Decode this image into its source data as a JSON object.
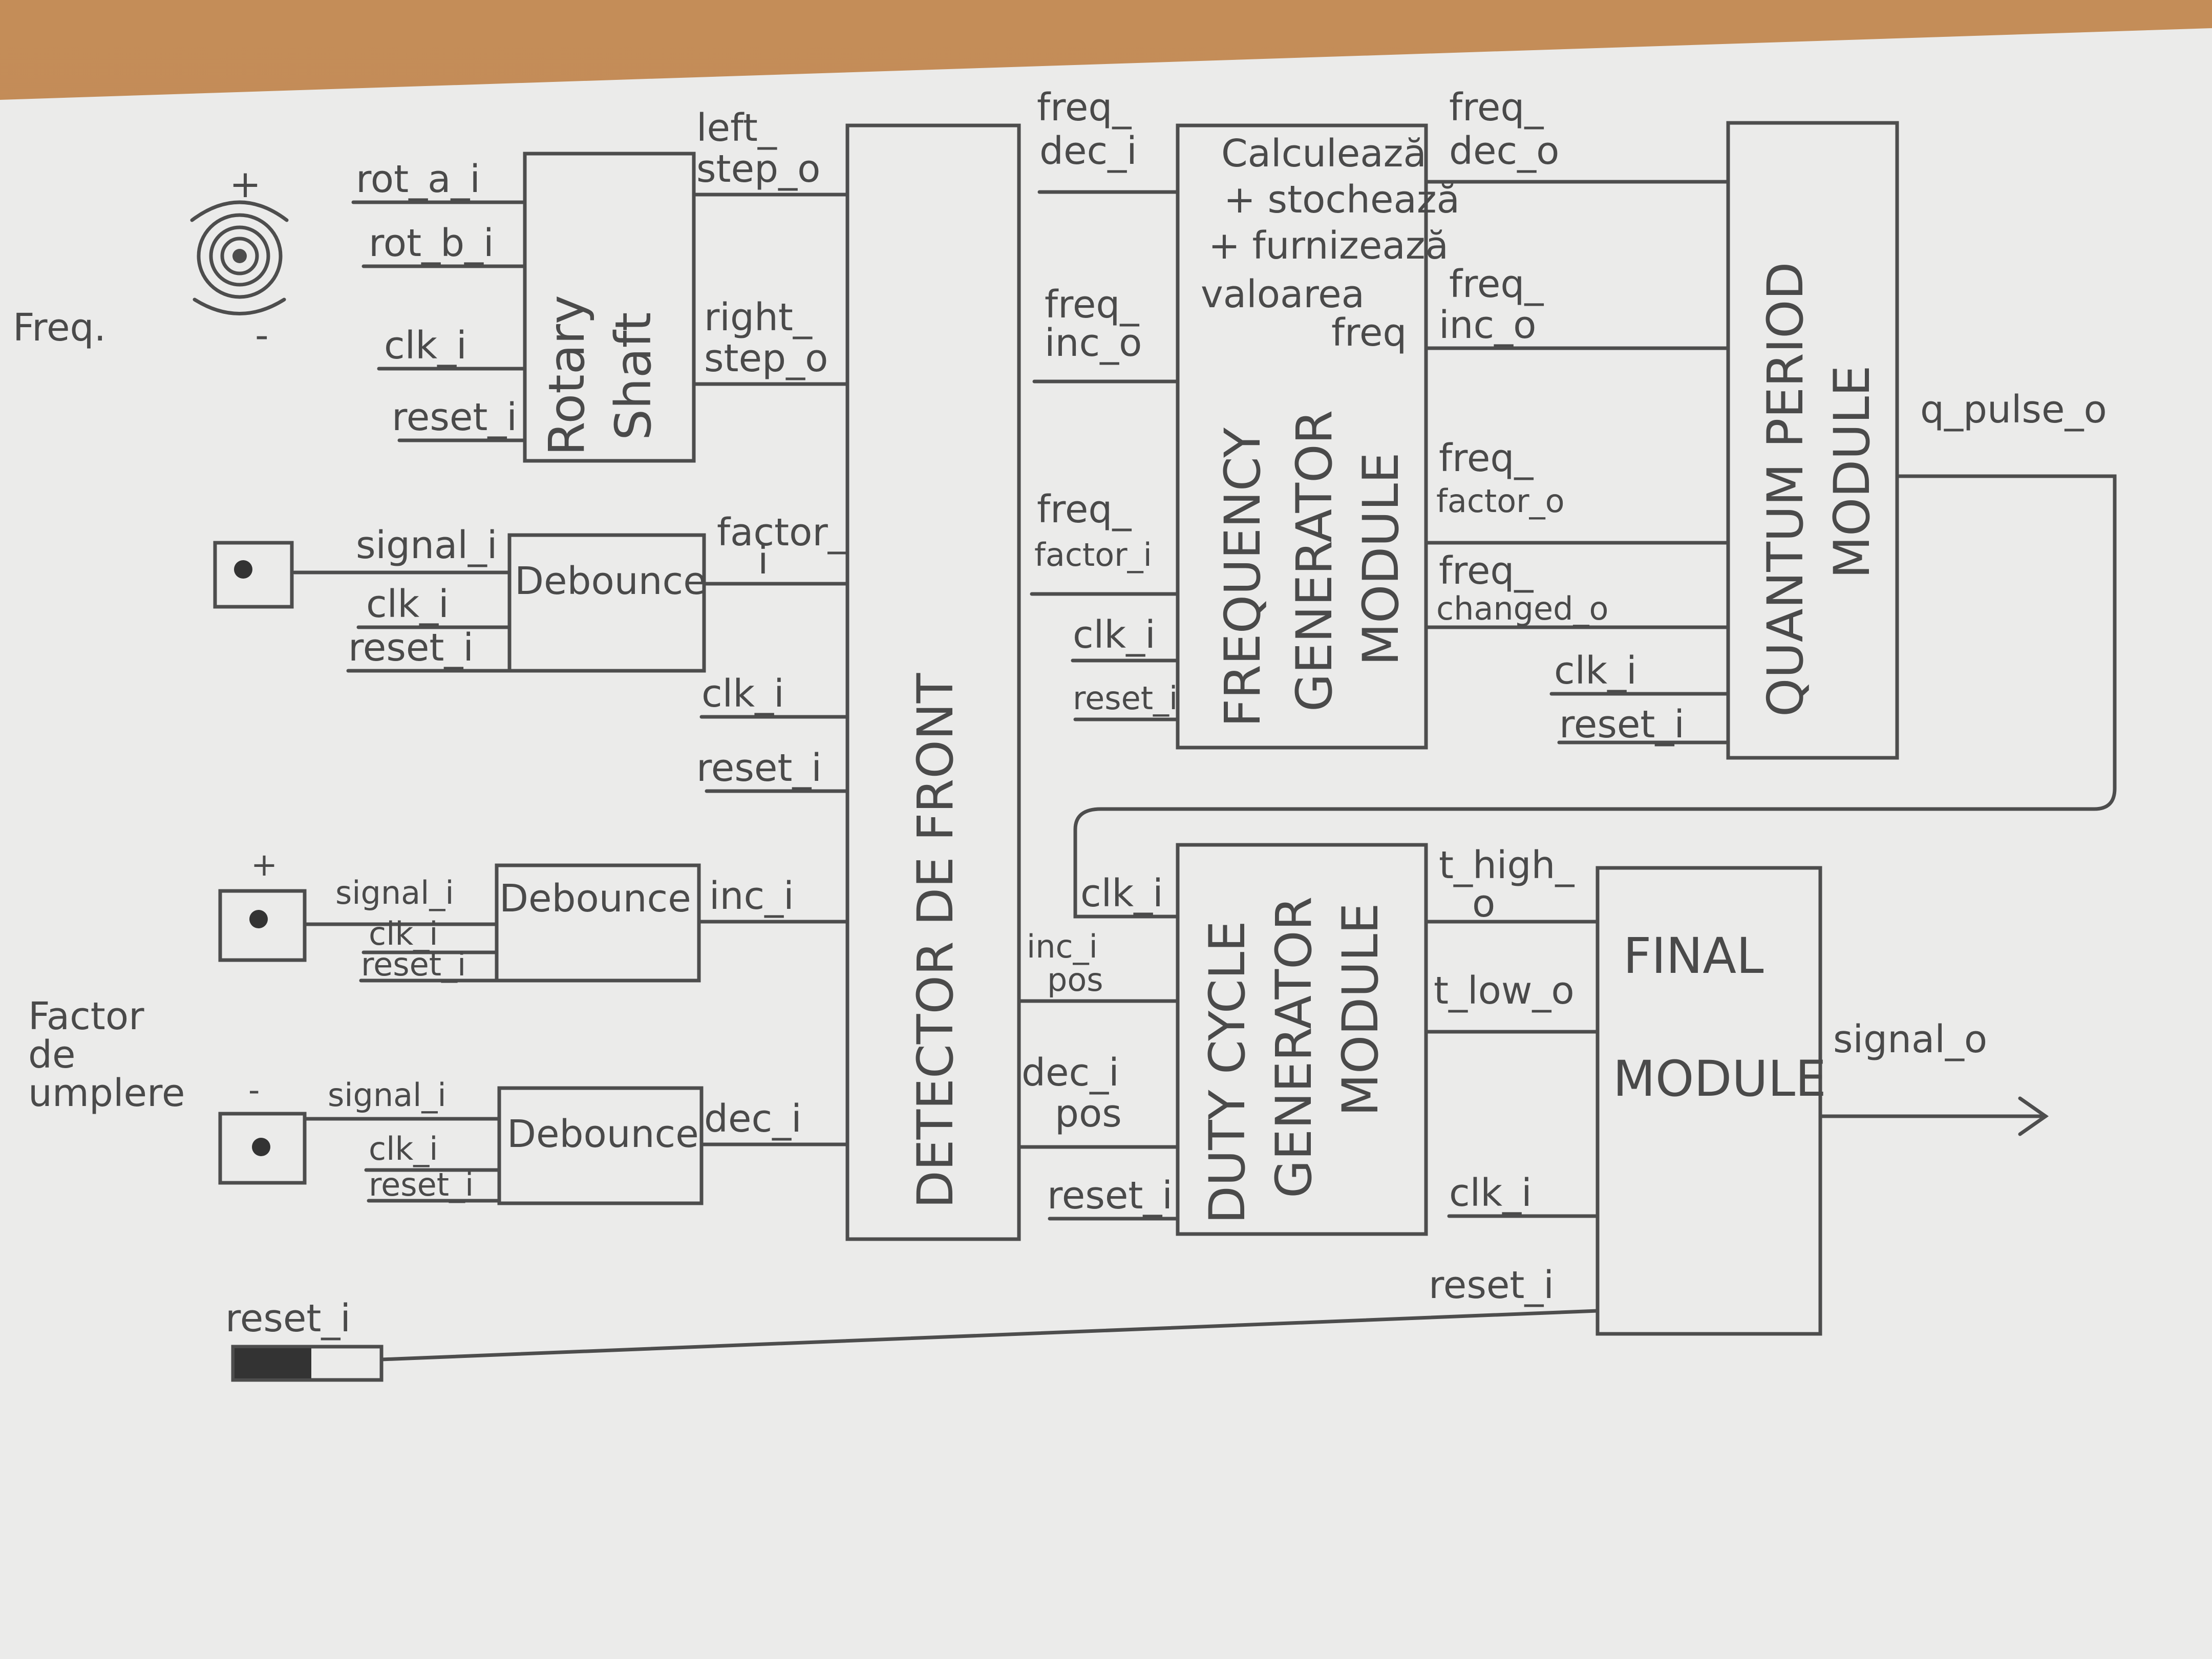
{
  "side_labels": {
    "freq": "Freq.",
    "factor_lines": [
      "Factor",
      "de",
      "umplere"
    ],
    "plus": "+",
    "minus": "-"
  },
  "encoder": {
    "plus": "+",
    "minus": "-"
  },
  "rotary": {
    "title_lines": [
      "Rotary",
      "Shaft"
    ],
    "inputs": [
      "rot_a_i",
      "rot_b_i",
      "clk_i",
      "reset_i"
    ],
    "outputs": [
      [
        "left_",
        "step_o"
      ],
      [
        "right_",
        "step_o"
      ]
    ]
  },
  "debounce1": {
    "title": "Debounce",
    "inputs": [
      "signal_i",
      "clk_i",
      "reset_i"
    ],
    "output_lines": [
      "factor_",
      "i"
    ]
  },
  "debounce2": {
    "title": "Debounce",
    "inputs": [
      "signal_i",
      "clk_i",
      "reset_i"
    ],
    "output": "inc_i"
  },
  "debounce3": {
    "title": "Debounce",
    "inputs": [
      "signal_i",
      "clk_i",
      "reset_i"
    ],
    "output": "dec_i"
  },
  "detector": {
    "title": "DETECTOR DE FRONT",
    "inputs": [
      "clk_i",
      "reset_i"
    ]
  },
  "freq_gen": {
    "title_lines": [
      "FREQUENCY",
      "GENERATOR",
      "MODULE"
    ],
    "note_lines": [
      "Calculează",
      "+ stochează",
      "+ furnizează",
      "valoarea",
      "freq"
    ],
    "inputs": [
      [
        "freq_",
        "dec_i"
      ],
      [
        "freq_",
        "inc_o"
      ],
      [
        "freq_",
        "factor_i"
      ],
      [
        "clk_i"
      ],
      [
        "reset_i"
      ]
    ],
    "outputs": [
      [
        "freq_",
        "dec_o"
      ],
      [
        "freq_",
        "inc_o"
      ],
      [
        "freq_",
        "factor_o"
      ],
      [
        "freq_",
        "changed_o"
      ]
    ]
  },
  "quantum": {
    "title_lines": [
      "QUANTUM PERIOD",
      "MODULE"
    ],
    "inputs": [
      "clk_i",
      "reset_i"
    ],
    "output": "q_pulse_o"
  },
  "duty": {
    "title_lines": [
      "DUTY CYCLE",
      "GENERATOR",
      "MODULE"
    ],
    "inputs": [
      "clk_i",
      [
        "inc_i",
        "pos"
      ],
      [
        "dec_i",
        "pos"
      ],
      "reset_i"
    ],
    "outputs": [
      [
        "t_high_",
        "o"
      ],
      "t_low_o"
    ]
  },
  "final": {
    "title_lines": [
      "FINAL",
      "MODULE"
    ],
    "inputs": [
      "clk_i",
      "reset_i"
    ],
    "output": "signal_o"
  },
  "reset_switch": {
    "label": "reset_i"
  },
  "colors": {
    "paper": "#ececec",
    "ink": "#4d4d4d",
    "desk": "#c48d58"
  }
}
